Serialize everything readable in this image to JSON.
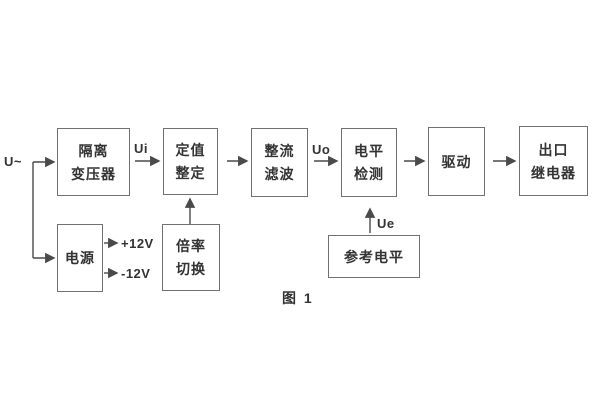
{
  "diagram": {
    "caption": "图 1",
    "blocks": {
      "isolation_transformer": {
        "line1": "隔离",
        "line2": "变压器"
      },
      "setting_adjust": {
        "line1": "定值",
        "line2": "整定"
      },
      "rectifier_filter": {
        "line1": "整流",
        "line2": "滤波"
      },
      "level_detection": {
        "line1": "电平",
        "line2": "检测"
      },
      "drive": {
        "line1": "驱动"
      },
      "output_relay": {
        "line1": "出口",
        "line2": "继电器"
      },
      "power_supply": {
        "line1": "电源"
      },
      "ratio_switch": {
        "line1": "倍率",
        "line2": "切换"
      },
      "reference_level": {
        "line1": "参考电平"
      }
    },
    "signals": {
      "input": "U~",
      "ui": "Ui",
      "uo": "Uo",
      "ue": "Ue",
      "plus_rail": "+12V",
      "minus_rail": "-12V"
    },
    "colors": {
      "background": "#ffffff",
      "border": "#707070",
      "line": "#4a4a4a",
      "text": "#333333"
    }
  }
}
